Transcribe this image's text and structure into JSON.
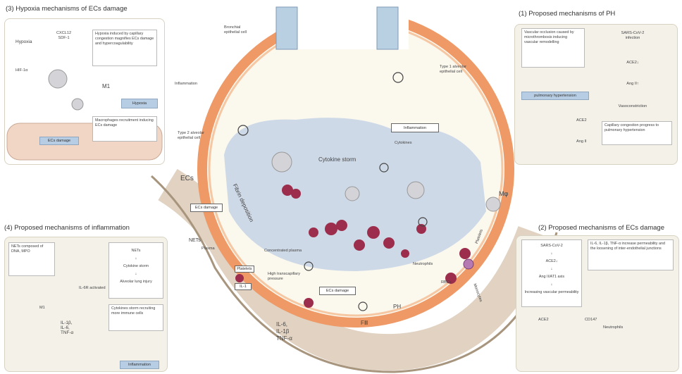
{
  "panels": {
    "hypoxia": {
      "title": "(3) Hypoxia mechanisms of ECs damage",
      "hypoxia_label": "Hypoxia",
      "cxcl12": "CXCL12\nSDF-1",
      "hif": "HIF-1α",
      "note1": "Hypoxia induced by capillary congestion magnifies ECs damage and hypercoagulability",
      "m1": "M1",
      "hypoxia_box": "Hypoxia",
      "macrophages": "Macrophages recruitment inducing ECs damage",
      "ecs_damage": "ECs damage"
    },
    "ph": {
      "title": "(1) Proposed mechanisms of PH",
      "note_left": "Vascular occlusion caused by microthrombosis inducing vascular remodelling",
      "sars": "SARS-CoV-2\ninfection",
      "ace2": "ACE2↓",
      "ang": "Ang II↑",
      "vaso": "Vasoconstriction",
      "pulm": "pulmonary hypertension",
      "ace2_label": "ACE2",
      "ang_label": "Ang II",
      "note_right": "Capillary congestion progress to pulmonary hypertension"
    },
    "inflammation": {
      "title": "(4) Proposed mechanisms of inflammation",
      "nets_note": "NETs composed of DNA, MPO",
      "m1": "M1",
      "il_label": "IL-6R activated",
      "nets_box": "NETs",
      "storm": "Cytokine storm",
      "lung": "Alveolar lung injury",
      "cyto_release": "Cytokines storm recruiting more immune cells",
      "cytokines": "IL-1β,\nIL-6,\nTNF-α",
      "inflammation_box": "Inflammation"
    },
    "ecs": {
      "title": "(2) Proposed mechanisms of ECs damage",
      "sars": "SARS-CoV-2",
      "ace2": "ACE2↓",
      "ang": "Ang II/AT1 axis",
      "perm": "Increasing vascular permeability",
      "il_note": "IL-6, IL-1β, TNF-α increase permeability and the loosening of inter-endothelial junctions",
      "ace2_label": "ACE2",
      "cd147": "CD147",
      "neutrophils": "Neutrophils"
    }
  },
  "center": {
    "bronchial": "Bronchial\nepithelial cell",
    "type1": "Type 1 alveolar\nepithelial cell",
    "inflammation_label": "Inflammation",
    "type2": "Type 2 alveolar\nepithelial cell",
    "inflammation_box": "Inflammation",
    "cytokines": "Cytokines",
    "storm": "Cytokine storm",
    "fibrin": "Fibrin deposition",
    "ecs": "ECs",
    "ecs_damage_box": "ECs damage",
    "nets": "NETs",
    "plasma": "Plasma",
    "platelet": "Platelets",
    "il1": "IL-1",
    "concentrated": "Concentrated plasma",
    "high_pressure": "High transcapillary\npressure",
    "ecs_damage_box2": "ECs damage",
    "neutrophils": "Neutrophils",
    "rbcs": "RBCs",
    "ph": "PH",
    "cytokines_bottom": "IL-6,\nIL-1β\nTNF-α",
    "fviii": "FⅢ",
    "mo": "Mφ",
    "monocytes": "Monocytes",
    "platelets2": "Platelets"
  },
  "colors": {
    "panel_bg": "#f4f1e9",
    "alveolus_wall": "#ee9966",
    "alveolus_space": "#fbf8ee",
    "edema": "#c9d5e6",
    "rbc": "#9c2d4c",
    "capillary": "#d9c7b3",
    "box_blue": "#b7cde3"
  }
}
